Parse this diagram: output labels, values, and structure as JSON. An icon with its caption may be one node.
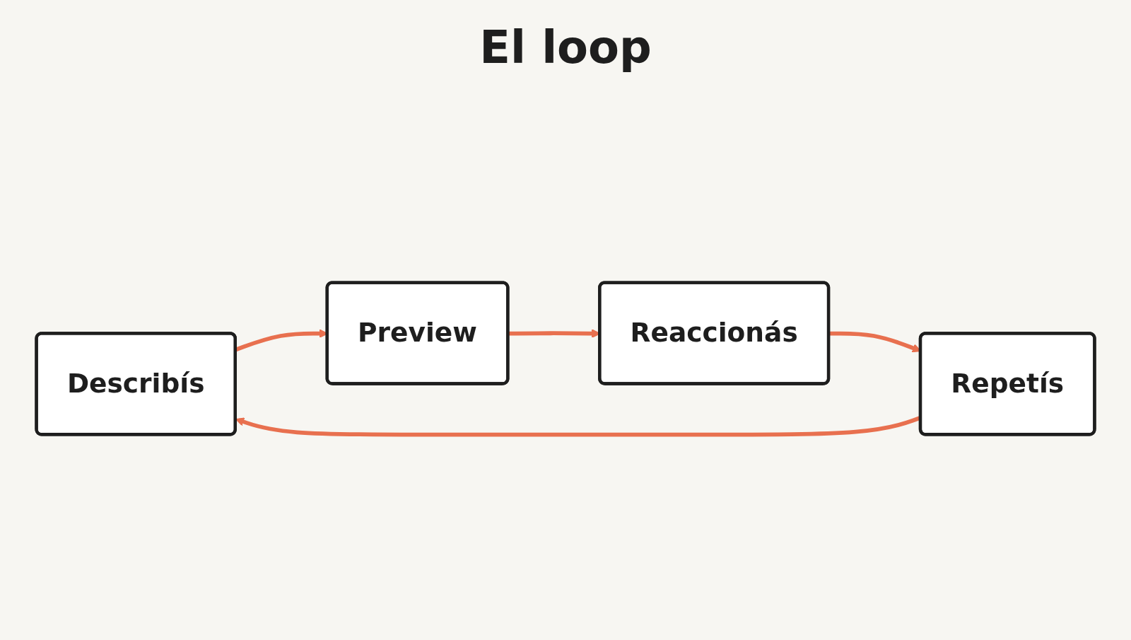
{
  "diagram": {
    "title": "El loop",
    "nodes": [
      {
        "text": [
          "Describís"
        ]
      },
      {
        "text": [
          "Preview"
        ]
      },
      {
        "text": [
          "Reaccionás"
        ]
      },
      {
        "text": [
          "Repetís"
        ]
      }
    ],
    "edges": [
      {
        "from": 0,
        "to": 1,
        "arrow": "to"
      },
      {
        "from": 1,
        "to": 2,
        "arrow": "to"
      },
      {
        "from": 2,
        "to": 3,
        "arrow": "to"
      },
      {
        "from": 3,
        "to": 0,
        "arrow": "to"
      }
    ]
  }
}
